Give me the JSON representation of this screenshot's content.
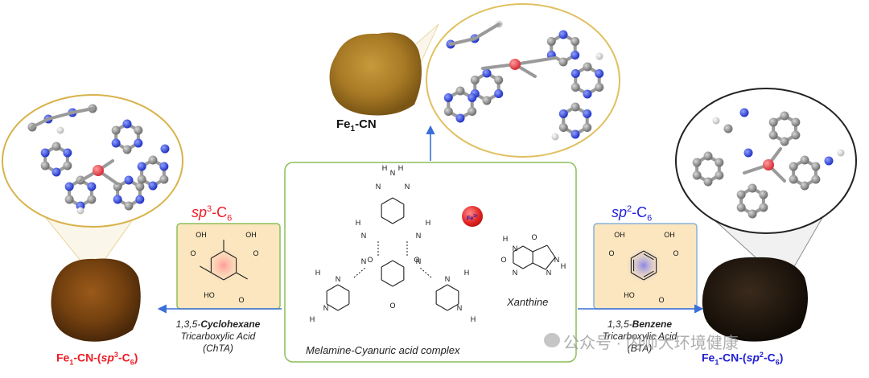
{
  "colors": {
    "sp3_red": "#ee1c25",
    "sp2_blue": "#1f1fd6",
    "center_box_border": "#8cbf5a",
    "acid_box_fill": "#fbe6bf",
    "arrow_blue": "#3a6fd8",
    "carbon_gray": "#8c8c8c",
    "nitrogen_blue": "#3b53e0",
    "fe_red": "#e8505b"
  },
  "top": {
    "label_main": "Fe",
    "label_sub": "1",
    "label_tail": "-CN"
  },
  "left": {
    "sp_prefix": "sp",
    "sp_sup": "3",
    "sp_mid": "-C",
    "sp_sub": "6",
    "acid_line1_pre": "1,3,5-",
    "acid_line1_bold": "Cyclohexane",
    "acid_line2": "Tricarboxylic Acid",
    "acid_line3": "(ChTA)",
    "product_a": "Fe",
    "product_a_sub": "1",
    "product_b": "-CN-(",
    "product_c": "sp",
    "product_c_sup": "3",
    "product_d": "-C",
    "product_d_sub": "6",
    "product_e": ")"
  },
  "right": {
    "sp_prefix": "sp",
    "sp_sup": "2",
    "sp_mid": "-C",
    "sp_sub": "6",
    "acid_line1_pre": "1,3,5-",
    "acid_line1_bold": "Benzene",
    "acid_line2": "Tricarboxylic Acid",
    "acid_line3": "(BTA)",
    "product_a": "Fe",
    "product_a_sub": "1",
    "product_b": "-CN-(",
    "product_c": "sp",
    "product_c_sup": "2",
    "product_d": "-C",
    "product_d_sub": "6",
    "product_e": ")"
  },
  "center": {
    "complex_label": "Melamine-Cyanuric acid complex",
    "xanthine_label": "Xanthine",
    "fe_ion_label": "Fe",
    "fe_ion_sup": "3+"
  },
  "molecule_atoms": {
    "oh": "OH",
    "o": "O",
    "n": "N",
    "h": "H",
    "ho": "HO"
  },
  "watermark": "公众号 · 内师大环境健康"
}
